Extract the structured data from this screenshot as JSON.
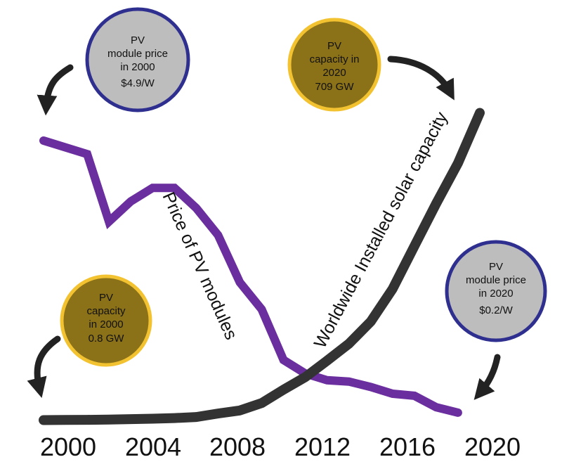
{
  "chart_data": {
    "type": "line",
    "title": "",
    "xlabel": "",
    "ylabel": "",
    "x_ticks": [
      "2000",
      "2004",
      "2008",
      "2012",
      "2016",
      "2020"
    ],
    "xlim": [
      2000,
      2020
    ],
    "series": [
      {
        "name": "Price of PV modules",
        "color": "#6a2e9e",
        "x": [
          2000,
          2002,
          2003,
          2004,
          2005,
          2006,
          2007,
          2008,
          2009,
          2010,
          2011,
          2012,
          2013,
          2014,
          2015,
          2016,
          2017,
          2018,
          2019
        ],
        "values": [
          4.9,
          4.7,
          3.7,
          4.0,
          4.2,
          4.2,
          3.9,
          3.5,
          2.8,
          2.4,
          1.65,
          1.45,
          1.35,
          1.33,
          1.25,
          1.15,
          1.12,
          0.95,
          0.87
        ]
      },
      {
        "name": "Worldwide Installed solar capacity",
        "color": "#333333",
        "x": [
          2000,
          2001,
          2002,
          2003,
          2004,
          2005,
          2006,
          2007,
          2008,
          2009,
          2010,
          2011,
          2012,
          2013,
          2014,
          2015,
          2016,
          2017,
          2018,
          2019,
          2020
        ],
        "values": [
          0.8,
          1.2,
          1.5,
          2,
          3,
          4,
          5.5,
          8,
          16,
          23,
          40,
          71,
          100,
          138,
          177,
          228,
          303,
          402,
          500,
          593,
          709
        ]
      }
    ],
    "annotations": [
      {
        "id": "price-2000",
        "lines": [
          "PV",
          "module price",
          "in 2000",
          "$4.9/W"
        ]
      },
      {
        "id": "capacity-2020",
        "lines": [
          "PV",
          "capacity in",
          "2020",
          "709 GW"
        ]
      },
      {
        "id": "capacity-2000",
        "lines": [
          "PV",
          "capacity",
          "in 2000",
          "0.8 GW"
        ]
      },
      {
        "id": "price-2020",
        "lines": [
          "PV",
          "module price",
          "in 2020",
          "$0.2/W"
        ]
      }
    ],
    "grid": false,
    "legend": "none"
  },
  "colors": {
    "price_line": "#6a2e9e",
    "capacity_line": "#333333",
    "price_bubble_fill": "#bdbdbd",
    "price_bubble_ring": "#2e2f8f",
    "capacity_bubble_fill": "#8b7118",
    "capacity_bubble_ring": "#f2c230",
    "arrow": "#222222"
  }
}
